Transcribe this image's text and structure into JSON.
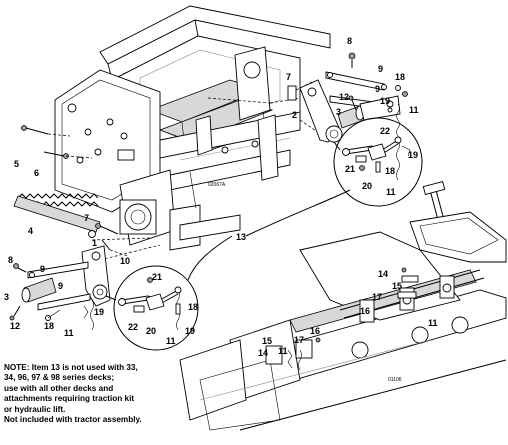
{
  "diagram": {
    "figure_codes": {
      "upper": "02067A",
      "lower": "01106"
    },
    "callouts": {
      "top_bracket": {
        "c8": "8",
        "c9a": "9",
        "c18": "18",
        "c9b": "9",
        "c7": "7",
        "c12": "12",
        "c3": "3",
        "c19": "19",
        "c11": "11",
        "c2": "2"
      },
      "top_circle": {
        "c22": "22",
        "c19": "19",
        "c21": "21",
        "c18": "18",
        "c20": "20",
        "c11": "11"
      },
      "left_frame": {
        "c5": "5",
        "c6": "6"
      },
      "spring": {
        "c4": "4",
        "c7": "7",
        "c1": "1",
        "c10": "10"
      },
      "lower_left": {
        "c8": "8",
        "c9a": "9",
        "c9b": "9",
        "c3": "3",
        "c12": "12",
        "c18": "18",
        "c11": "11",
        "c19": "19"
      },
      "lower_circle": {
        "c21": "21",
        "c22": "22",
        "c20": "20",
        "c18": "18",
        "c11": "11",
        "c19": "19"
      },
      "pointer": {
        "c13": "13"
      },
      "lower_right": {
        "c14": "14",
        "c15": "15",
        "c17": "17",
        "c16": "16",
        "c11": "11"
      },
      "lower_mid": {
        "c15": "15",
        "c14": "14",
        "c17": "17",
        "c16": "16",
        "c11": "11"
      }
    },
    "note": [
      "NOTE:  Item 13 is not used with 33,",
      "34, 96, 97 & 98 series decks;",
      "use with all other decks and",
      "attachments requiring traction kit",
      "or hydraulic lift.",
      "Not included with tractor assembly."
    ]
  }
}
